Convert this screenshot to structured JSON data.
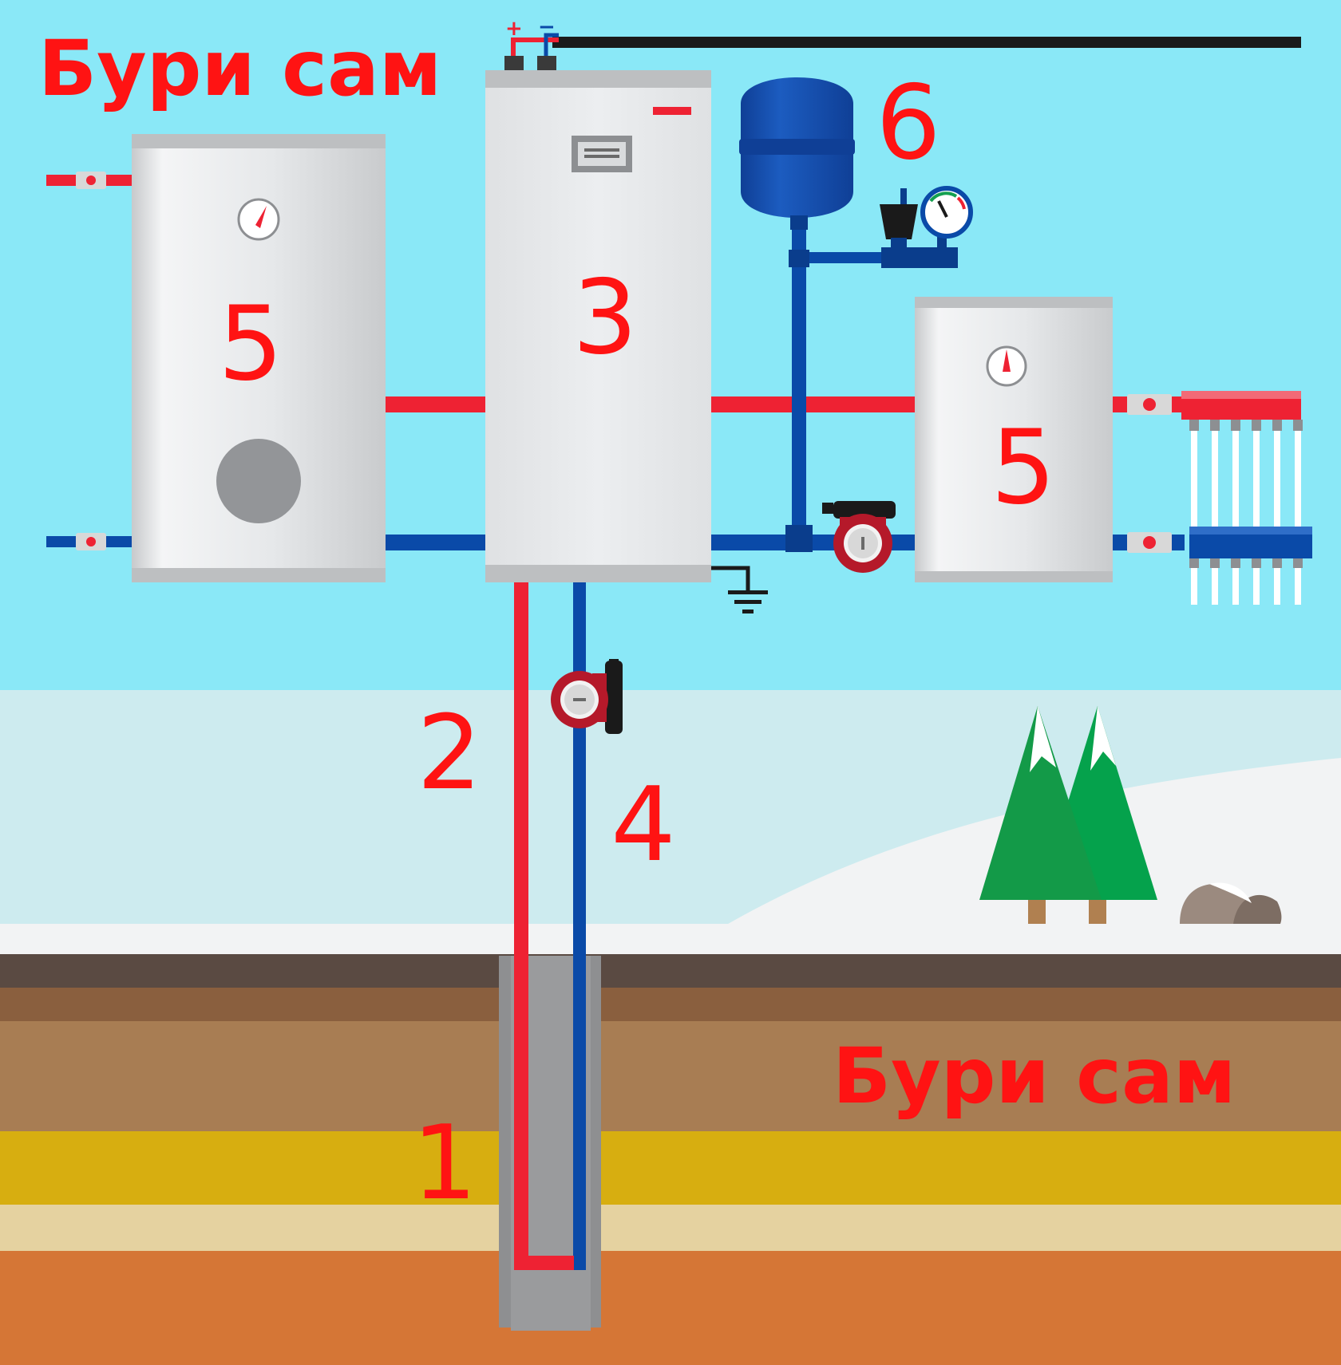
{
  "watermark": {
    "top": "Бури сам",
    "bottom": "Бури сам"
  },
  "power_terminals": {
    "plus": "+",
    "minus": "−"
  },
  "labels": {
    "borehole": "1",
    "supply_pipe": "2",
    "heat_pump": "3",
    "return_pipe": "4",
    "tank_left": "5",
    "tank_right": "5",
    "expansion_tank": "6"
  },
  "colors": {
    "sky": "#8ae8f7",
    "label_red": "#ff1313",
    "hot_pipe": "#ee2233",
    "cold_pipe": "#0a4aa8",
    "expansion_blue": "#1652b0",
    "tree_green": "#0a9a48"
  },
  "icons": [
    "thermometer-icon",
    "pressure-gauge-icon",
    "circulation-pump-icon",
    "ground-symbol-icon",
    "valve-icon",
    "manifold-icon",
    "tree-icon",
    "rock-icon"
  ]
}
